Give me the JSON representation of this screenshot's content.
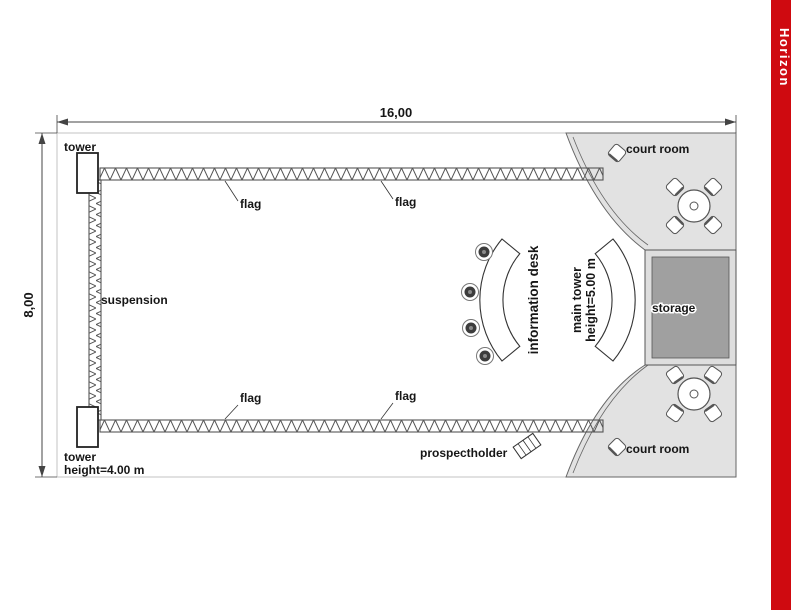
{
  "brand": {
    "name": "Horizon",
    "bar_color": "#cf0a10",
    "text_color": "#ffffff"
  },
  "dimensions": {
    "width": "16,00",
    "height": "8,00"
  },
  "labels": {
    "tower_top": "tower",
    "suspension": "suspension",
    "flag_top_left": "flag",
    "flag_top_right": "flag",
    "flag_bottom_left": "flag",
    "flag_bottom_right": "flag",
    "information_desk": "information desk",
    "main_tower": "main tower",
    "main_tower_height": "height=5.00 m",
    "court_room_top": "court room",
    "court_room_bottom": "court room",
    "storage": "storage",
    "prospectholder": "prospectholder",
    "tower_bottom": "tower",
    "tower_bottom_height": "height=4.00 m"
  },
  "colors": {
    "room_fill": "#e2e2e2",
    "storage_fill": "#dedede",
    "storage_inner": "#a0a0a0",
    "line": "#555555"
  }
}
